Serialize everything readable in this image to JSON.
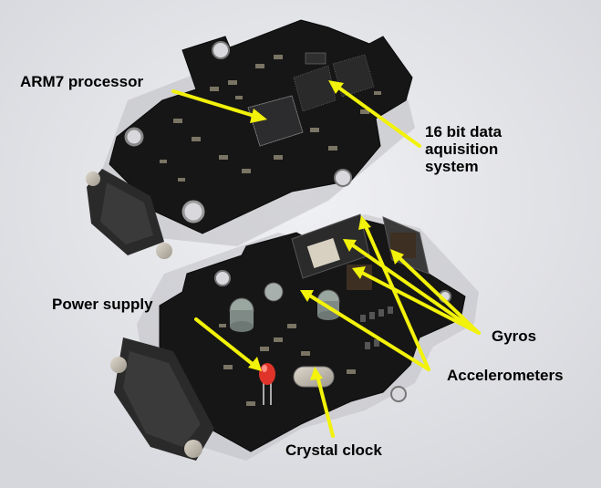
{
  "labels": {
    "arm7": "ARM7 processor",
    "daq_line1": "16 bit data",
    "daq_line2": "aquisition",
    "daq_line3": "system",
    "power": "Power supply",
    "gyros": "Gyros",
    "accel": "Accelerometers",
    "crystal": "Crystal clock"
  },
  "colors": {
    "background": "#e3e4e8",
    "board": "#141414",
    "arrow": "#f2f20a",
    "connector": "#2a2a2a",
    "metal": "#c9c3b8"
  }
}
